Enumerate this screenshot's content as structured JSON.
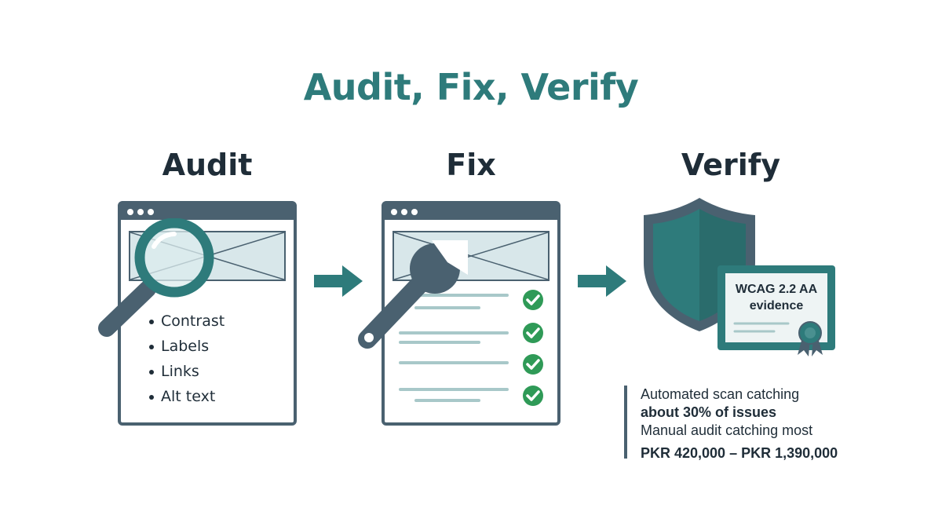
{
  "title": "Audit, Fix, Verify",
  "steps": [
    {
      "title": "Audit",
      "icon": "magnifying-glass-icon",
      "items": [
        "Contrast",
        "Labels",
        "Links",
        "Alt text"
      ]
    },
    {
      "title": "Fix",
      "icon": "wrench-icon",
      "status_icon": "check-circle-icon",
      "checked_count": 4
    },
    {
      "title": "Verify",
      "icon": "shield-icon",
      "certificate": {
        "line1": "WCAG 2.2 AA",
        "line2": "evidence",
        "icon": "badge-ribbon-icon"
      }
    }
  ],
  "arrow_icon": "arrow-right-icon",
  "caption": {
    "line1": "Automated scan catching",
    "line2": "about 30% of issues",
    "line3": "Manual audit catching most",
    "price": "PKR 420,000 – PKR 1,390,000"
  },
  "colors": {
    "title": "#2e7b7b",
    "dark": "#1f2d38",
    "slate": "#4a6170",
    "teal": "#2e7b7b",
    "check_green": "#2f9a57",
    "light_teal": "#d8e7ea"
  }
}
